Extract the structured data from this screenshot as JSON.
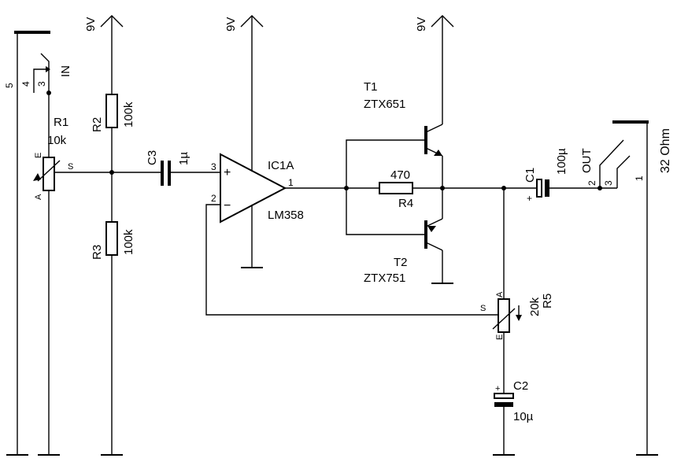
{
  "rails": {
    "supply": "9V"
  },
  "input": {
    "pin_5": "5",
    "pin_4": "4",
    "pin_3": "3",
    "label": "IN"
  },
  "r1": {
    "ref": "R1",
    "value": "10k",
    "pin_e": "E",
    "pin_a": "A",
    "pin_s": "S"
  },
  "r2": {
    "ref": "R2",
    "value": "100k"
  },
  "r3": {
    "ref": "R3",
    "value": "100k"
  },
  "c3": {
    "ref": "C3",
    "value": "1µ"
  },
  "ic": {
    "ref": "IC1A",
    "part": "LM358",
    "pin_3": "3",
    "pin_2": "2",
    "pin_1": "1",
    "plus": "+",
    "minus": "−"
  },
  "t1": {
    "ref": "T1",
    "part": "ZTX651"
  },
  "t2": {
    "ref": "T2",
    "part": "ZTX751"
  },
  "r4": {
    "ref": "R4",
    "value": "470"
  },
  "c1": {
    "ref": "C1",
    "value": "100µ",
    "plus": "+"
  },
  "output": {
    "label": "OUT",
    "pin_2": "2",
    "pin_3": "3",
    "pin_1": "1",
    "load": "32 Ohm"
  },
  "r5": {
    "ref": "R5",
    "value": "20k",
    "pin_a": "A",
    "pin_e": "E",
    "pin_s": "S"
  },
  "c2": {
    "ref": "C2",
    "value": "10µ",
    "plus": "+"
  }
}
